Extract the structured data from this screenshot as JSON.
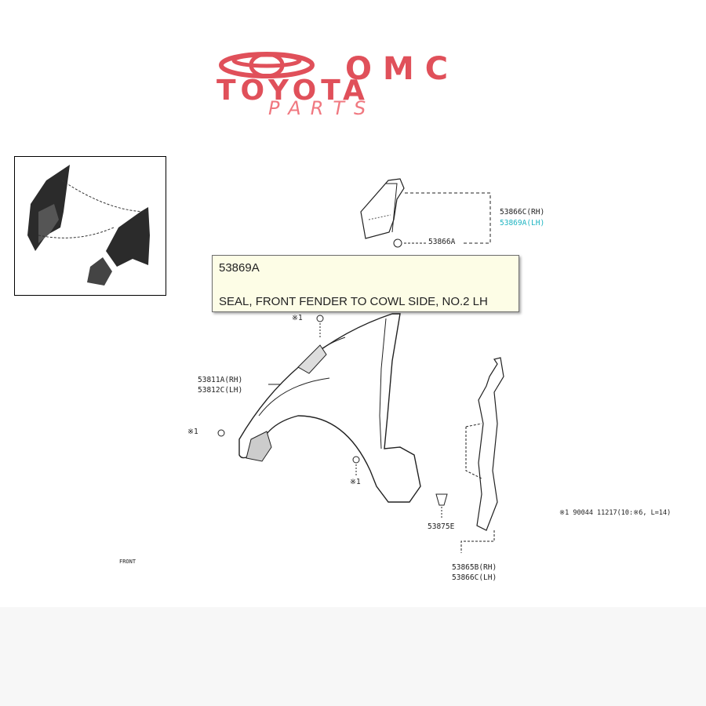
{
  "logo": {
    "line1": "OMC",
    "line2": "TOYOTA",
    "line3": "PARTS",
    "color": "#e0505a"
  },
  "callouts": {
    "part_53866C": "53866C(RH)",
    "part_53869A": "53869A(LH)",
    "part_53866A": "53866A",
    "clip_ref_top": "※1",
    "part_53811A": "53811A(RH)",
    "part_53812C": "53812C(LH)",
    "clip_ref_left": "※1",
    "clip_ref_lower": "※1",
    "part_53875E": "53875E",
    "part_53865B": "53865B(RH)",
    "part_53866C_lower": "53866C(LH)",
    "footnote": "※1 90044 11217(10:※6, L=14)",
    "front_arrow": "FRONT"
  },
  "tooltip": {
    "code": "53869A",
    "description": "SEAL, FRONT FENDER TO COWL SIDE, NO.2 LH"
  },
  "highlight_color": "#1fb5c2"
}
